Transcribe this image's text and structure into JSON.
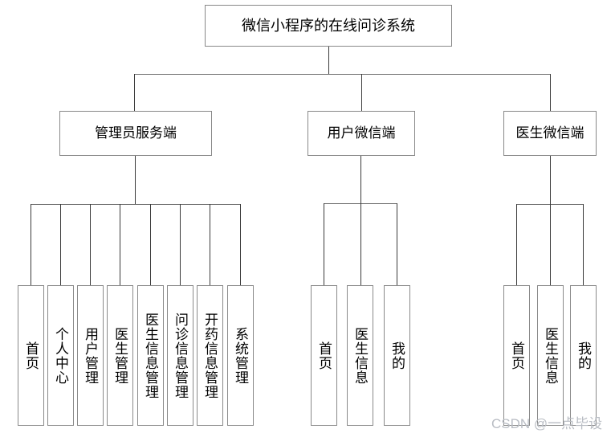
{
  "diagram": {
    "type": "tree-hierarchy",
    "root": {
      "label": "微信小程序的在线问诊系统"
    },
    "branches": [
      {
        "id": "admin",
        "label": "管理员服务端",
        "leaves": [
          {
            "label": "首页"
          },
          {
            "label": "个人中心"
          },
          {
            "label": "用户管理"
          },
          {
            "label": "医生管理"
          },
          {
            "label": "医生信息管理"
          },
          {
            "label": "问诊信息管理"
          },
          {
            "label": "开药信息管理"
          },
          {
            "label": "系统管理"
          }
        ]
      },
      {
        "id": "user",
        "label": "用户微信端",
        "leaves": [
          {
            "label": "首页"
          },
          {
            "label": "医生信息"
          },
          {
            "label": "我的"
          }
        ]
      },
      {
        "id": "doctor",
        "label": "医生微信端",
        "leaves": [
          {
            "label": "首页"
          },
          {
            "label": "医生信息"
          },
          {
            "label": "我的"
          }
        ]
      }
    ]
  },
  "watermark": {
    "text": "CSDN @一点毕设"
  },
  "colors": {
    "box_border": "#888888",
    "line": "#6e6e6e",
    "line_dark": "#3a3a3a",
    "text": "#000000",
    "watermark": "#b9bdc4",
    "background": "#ffffff"
  }
}
